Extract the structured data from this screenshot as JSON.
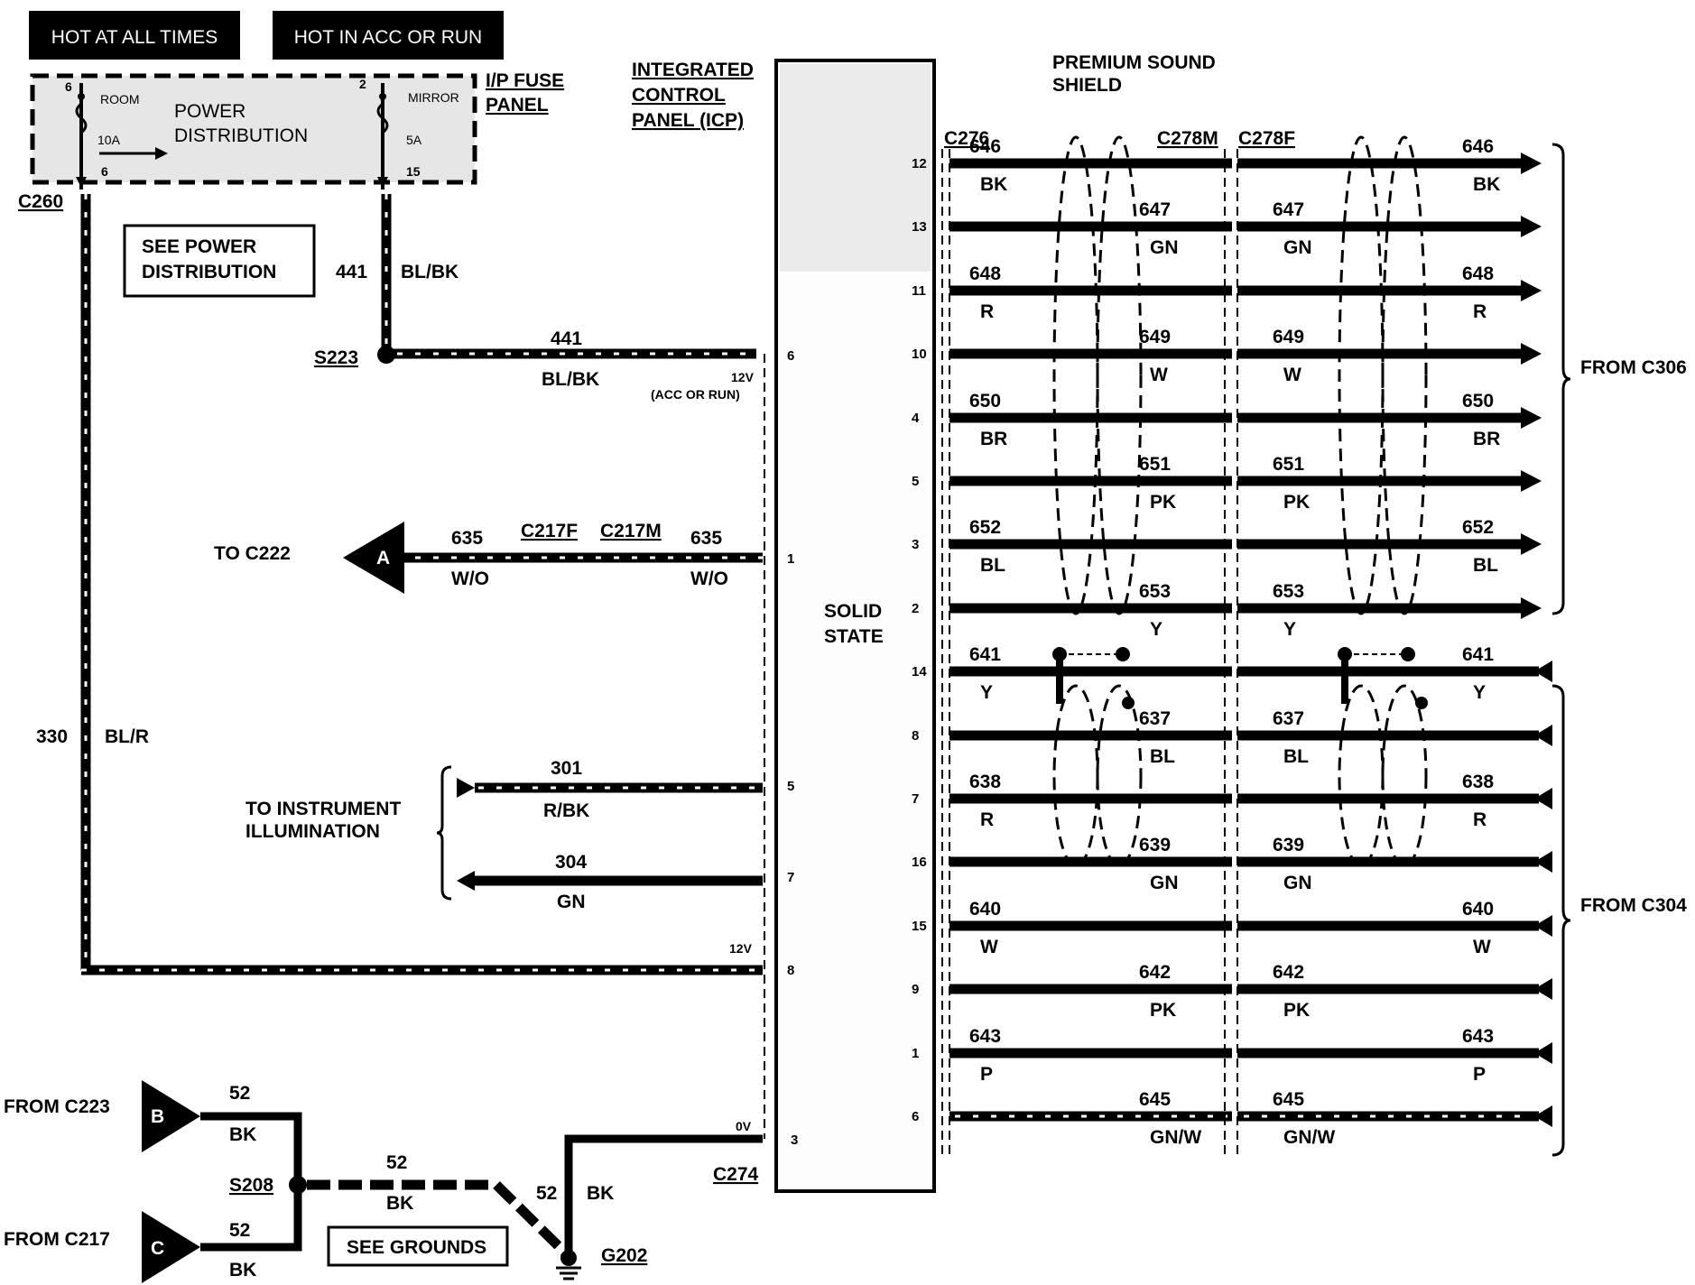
{
  "header": {
    "hot_at_all_times": "HOT AT ALL TIMES",
    "hot_in_acc_or_run": "HOT IN ACC OR RUN"
  },
  "fuse_panel": {
    "title_line1": "I/P FUSE",
    "title_line2": "PANEL",
    "power_distribution_line1": "POWER",
    "power_distribution_line2": "DISTRIBUTION",
    "room_label": "ROOM",
    "room_pin_top": "6",
    "room_pin_bottom": "6",
    "room_rating": "10A",
    "mirror_label": "MIRROR",
    "mirror_pin_top": "2",
    "mirror_pin_bottom": "15",
    "mirror_rating": "5A"
  },
  "connectors": {
    "c260": "C260",
    "s223": "S223",
    "c217f": "C217F",
    "c217m": "C217M",
    "c274": "C274",
    "s208": "S208",
    "g202": "G202",
    "c276": "C276",
    "c278m": "C278M",
    "c278f": "C278F"
  },
  "notes": {
    "see_power_line1": "SEE POWER",
    "see_power_line2": "DISTRIBUTION",
    "see_grounds": "SEE GROUNDS",
    "icp_line1": "INTEGRATED",
    "icp_line2": "CONTROL",
    "icp_line3": "PANEL (ICP)",
    "solid_line1": "SOLID",
    "solid_line2": "STATE",
    "shield_line1": "PREMIUM SOUND",
    "shield_line2": "SHIELD",
    "to_c222": "TO C222",
    "to_instr_line1": "TO INSTRUMENT",
    "to_instr_line2": "ILLUMINATION",
    "from_c306": "FROM C306",
    "from_c304": "FROM C304",
    "from_c223": "FROM C223",
    "from_c217": "FROM C217",
    "v12_acc": "12V",
    "acc_or_run": "(ACC OR RUN)",
    "v12": "12V",
    "v0": "0V",
    "letter_a": "A",
    "letter_b": "B",
    "letter_c": "C"
  },
  "left_wires": {
    "w441_vert_num": "441",
    "w441_vert_color": "BL/BK",
    "w441_horz_num": "441",
    "w441_horz_color": "BL/BK",
    "w635_left_num": "635",
    "w635_left_color": "W/O",
    "w635_right_num": "635",
    "w635_right_color": "W/O",
    "w301_num": "301",
    "w301_color": "R/BK",
    "w304_num": "304",
    "w304_color": "GN",
    "w330_num": "330",
    "w330_color": "BL/R",
    "w52_b_num": "52",
    "w52_b_color": "BK",
    "w52_c_num": "52",
    "w52_c_color": "BK",
    "w52_mid_num": "52",
    "w52_mid_color": "BK",
    "w52_g_num": "52",
    "w52_g_color": "BK"
  },
  "left_pins": {
    "p6": "6",
    "p1": "1",
    "p5": "5",
    "p7": "7",
    "p8": "8",
    "p3": "3"
  },
  "right_wires": [
    {
      "pin": "12",
      "num": "646",
      "color": "BK"
    },
    {
      "pin": "13",
      "num": "647",
      "color": "GN"
    },
    {
      "pin": "11",
      "num": "648",
      "color": "R"
    },
    {
      "pin": "10",
      "num": "649",
      "color": "W"
    },
    {
      "pin": "4",
      "num": "650",
      "color": "BR"
    },
    {
      "pin": "5",
      "num": "651",
      "color": "PK"
    },
    {
      "pin": "3",
      "num": "652",
      "color": "BL"
    },
    {
      "pin": "2",
      "num": "653",
      "color": "Y"
    },
    {
      "pin": "14",
      "num": "641",
      "color": "Y"
    },
    {
      "pin": "8",
      "num": "637",
      "color": "BL"
    },
    {
      "pin": "7",
      "num": "638",
      "color": "R"
    },
    {
      "pin": "16",
      "num": "639",
      "color": "GN"
    },
    {
      "pin": "15",
      "num": "640",
      "color": "W"
    },
    {
      "pin": "9",
      "num": "642",
      "color": "PK"
    },
    {
      "pin": "1",
      "num": "643",
      "color": "P"
    },
    {
      "pin": "6",
      "num": "645",
      "color": "GN/W"
    }
  ]
}
